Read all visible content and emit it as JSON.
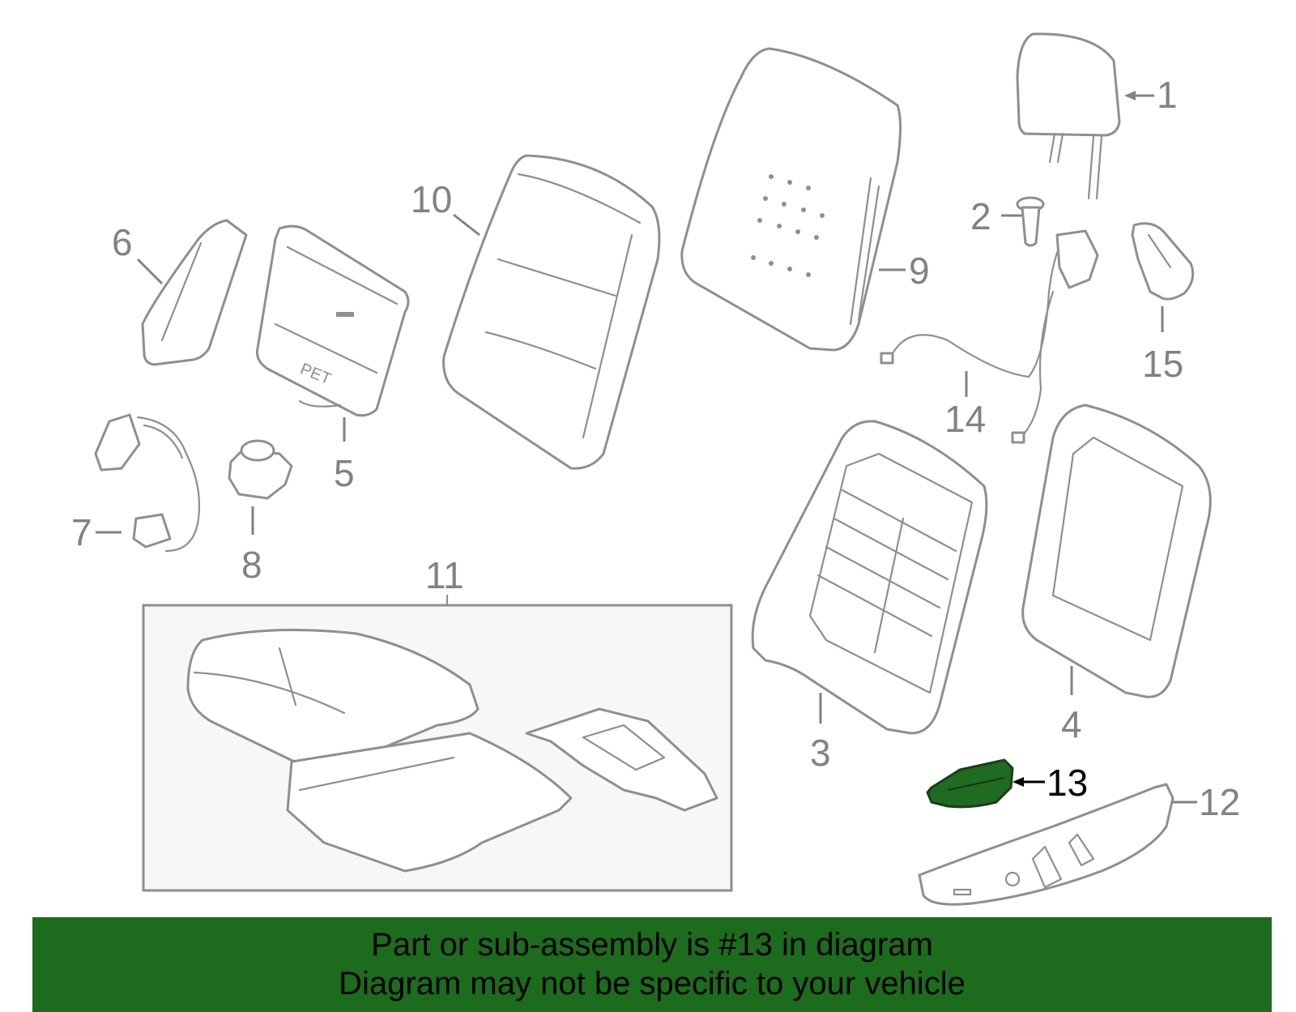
{
  "colors": {
    "line": "#8d8f92",
    "label": "#808285",
    "highlight_fill": "#1f6b1f",
    "banner": "#1d6b1d",
    "highlight_label": "#000000"
  },
  "callouts": [
    {
      "id": "1",
      "text": "1"
    },
    {
      "id": "2",
      "text": "2"
    },
    {
      "id": "3",
      "text": "3"
    },
    {
      "id": "4",
      "text": "4"
    },
    {
      "id": "5",
      "text": "5"
    },
    {
      "id": "6",
      "text": "6"
    },
    {
      "id": "7",
      "text": "7"
    },
    {
      "id": "8",
      "text": "8"
    },
    {
      "id": "9",
      "text": "9"
    },
    {
      "id": "10",
      "text": "10"
    },
    {
      "id": "11",
      "text": "11"
    },
    {
      "id": "12",
      "text": "12"
    },
    {
      "id": "13",
      "text": "13"
    },
    {
      "id": "14",
      "text": "14"
    },
    {
      "id": "15",
      "text": "15"
    }
  ],
  "part_markings": {
    "pet": "PET"
  },
  "highlighted_part": "13",
  "banner": {
    "line1": "Part or sub-assembly is #13 in diagram",
    "line2": "Diagram may not be specific to your vehicle"
  }
}
